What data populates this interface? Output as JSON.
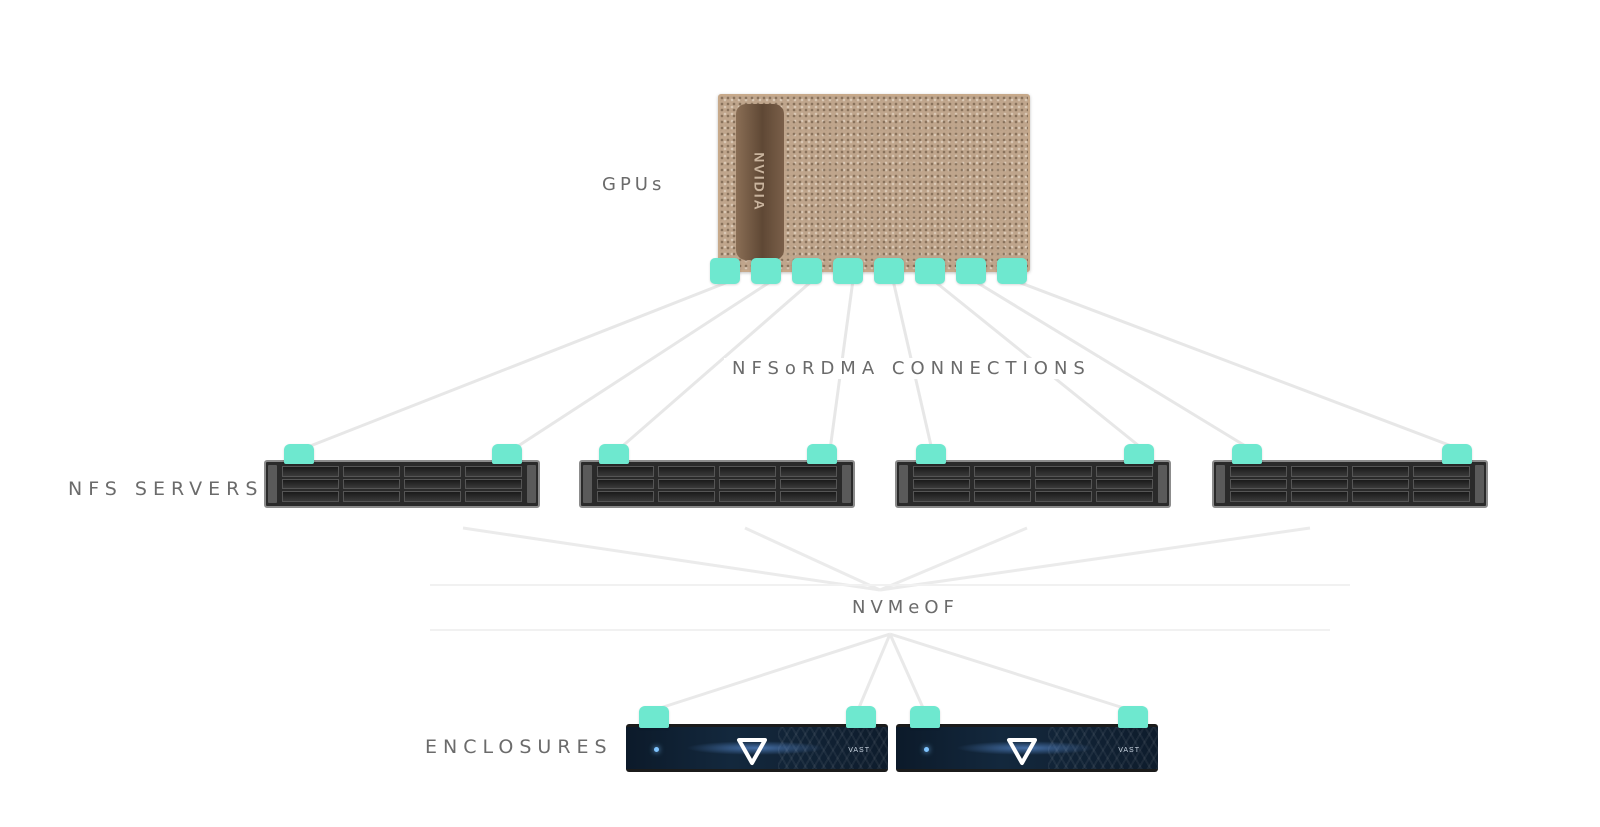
{
  "labels": {
    "gpus": "GPUs",
    "nfs_connections": "NFSoRDMA CONNECTIONS",
    "nfs_servers": "NFS SERVERS",
    "nvmeof": "NVMeOF",
    "enclosures": "ENCLOSURES"
  },
  "gpu": {
    "brand": "NVIDIA",
    "ports_count": 8
  },
  "nfs_servers": {
    "count": 4,
    "ports_per_server": 2
  },
  "enclosures": {
    "count": 2,
    "brand": "VAST"
  },
  "colors": {
    "port": "#6ee8cf",
    "link": "#e7e7e7",
    "label": "#6b6b6b"
  }
}
